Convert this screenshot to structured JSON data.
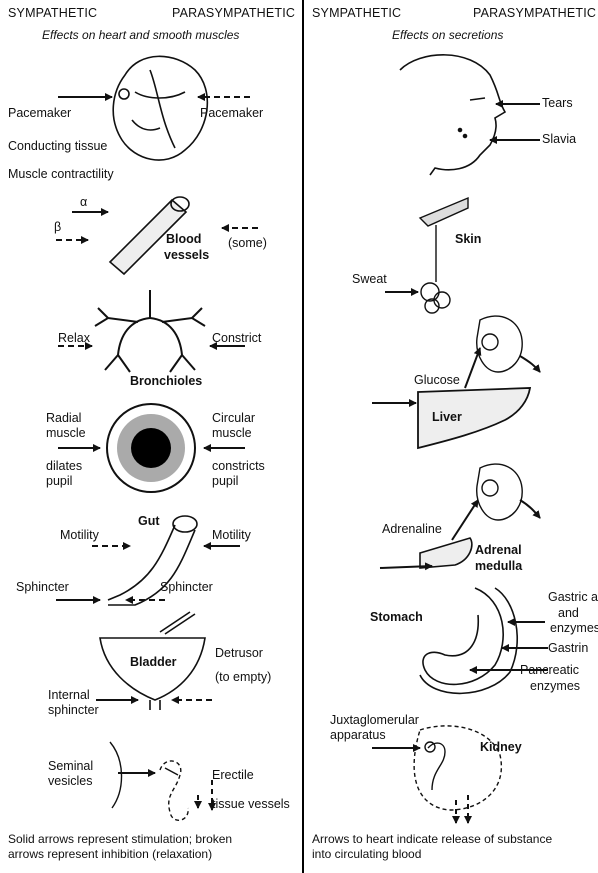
{
  "headers": {
    "left_sympathetic": "SYMPATHETIC",
    "left_parasympathetic": "PARASYMPATHETIC",
    "right_sympathetic": "SYMPATHETIC",
    "right_parasympathetic": "PARASYMPATHETIC"
  },
  "subtitles": {
    "left": "Effects on heart and smooth muscles",
    "right": "Effects on secretions"
  },
  "left": {
    "heart": {
      "pacemaker_left": "Pacemaker",
      "pacemaker_right": "Pacemaker",
      "conducting": "Conducting tissue",
      "contractility": "Muscle contractility"
    },
    "vessels": {
      "alpha": "α",
      "beta": "β",
      "name_1": "Blood",
      "name_2": "vessels",
      "some": "(some)"
    },
    "bronchioles": {
      "relax": "Relax",
      "constrict": "Constrict",
      "name": "Bronchioles"
    },
    "eye": {
      "radial_1": "Radial",
      "radial_2": "muscle",
      "dilates_1": "dilates",
      "dilates_2": "pupil",
      "circular_1": "Circular",
      "circular_2": "muscle",
      "constricts_1": "constricts",
      "constricts_2": "pupil"
    },
    "gut": {
      "name": "Gut",
      "motility_left": "Motility",
      "motility_right": "Motility",
      "sphincter_left": "Sphincter",
      "sphincter_right": "Sphincter"
    },
    "bladder": {
      "name": "Bladder",
      "detrusor": "Detrusor",
      "to_empty": "(to empty)",
      "internal_1": "Internal",
      "internal_2": "sphincter"
    },
    "genital": {
      "seminal_1": "Seminal",
      "seminal_2": "vesicles",
      "erectile": "Erectile",
      "tissue": "tissue vessels"
    }
  },
  "right": {
    "head": {
      "tears": "Tears",
      "saliva": "Slavia"
    },
    "skin": {
      "name": "Skin",
      "sweat": "Sweat"
    },
    "liver": {
      "glucose": "Glucose",
      "name": "Liver"
    },
    "adrenal": {
      "adrenaline": "Adrenaline",
      "name_1": "Adrenal",
      "name_2": "medulla"
    },
    "stomach": {
      "name": "Stomach",
      "gastric_1": "Gastric acid",
      "gastric_2": "and",
      "gastric_3": "enzymes",
      "gastrin": "Gastrin",
      "pancreatic_1": "Pancreatic",
      "pancreatic_2": "enzymes"
    },
    "kidney": {
      "jg_1": "Juxtaglomerular",
      "jg_2": "apparatus",
      "name": "Kidney"
    }
  },
  "footnotes": {
    "left_1": "Solid arrows represent stimulation; broken",
    "left_2": "arrows represent inhibition (relaxation)",
    "right_1": "Arrows to heart indicate release of substance",
    "right_2": "into circulating blood"
  },
  "colors": {
    "ink": "#111111",
    "background": "#ffffff"
  }
}
